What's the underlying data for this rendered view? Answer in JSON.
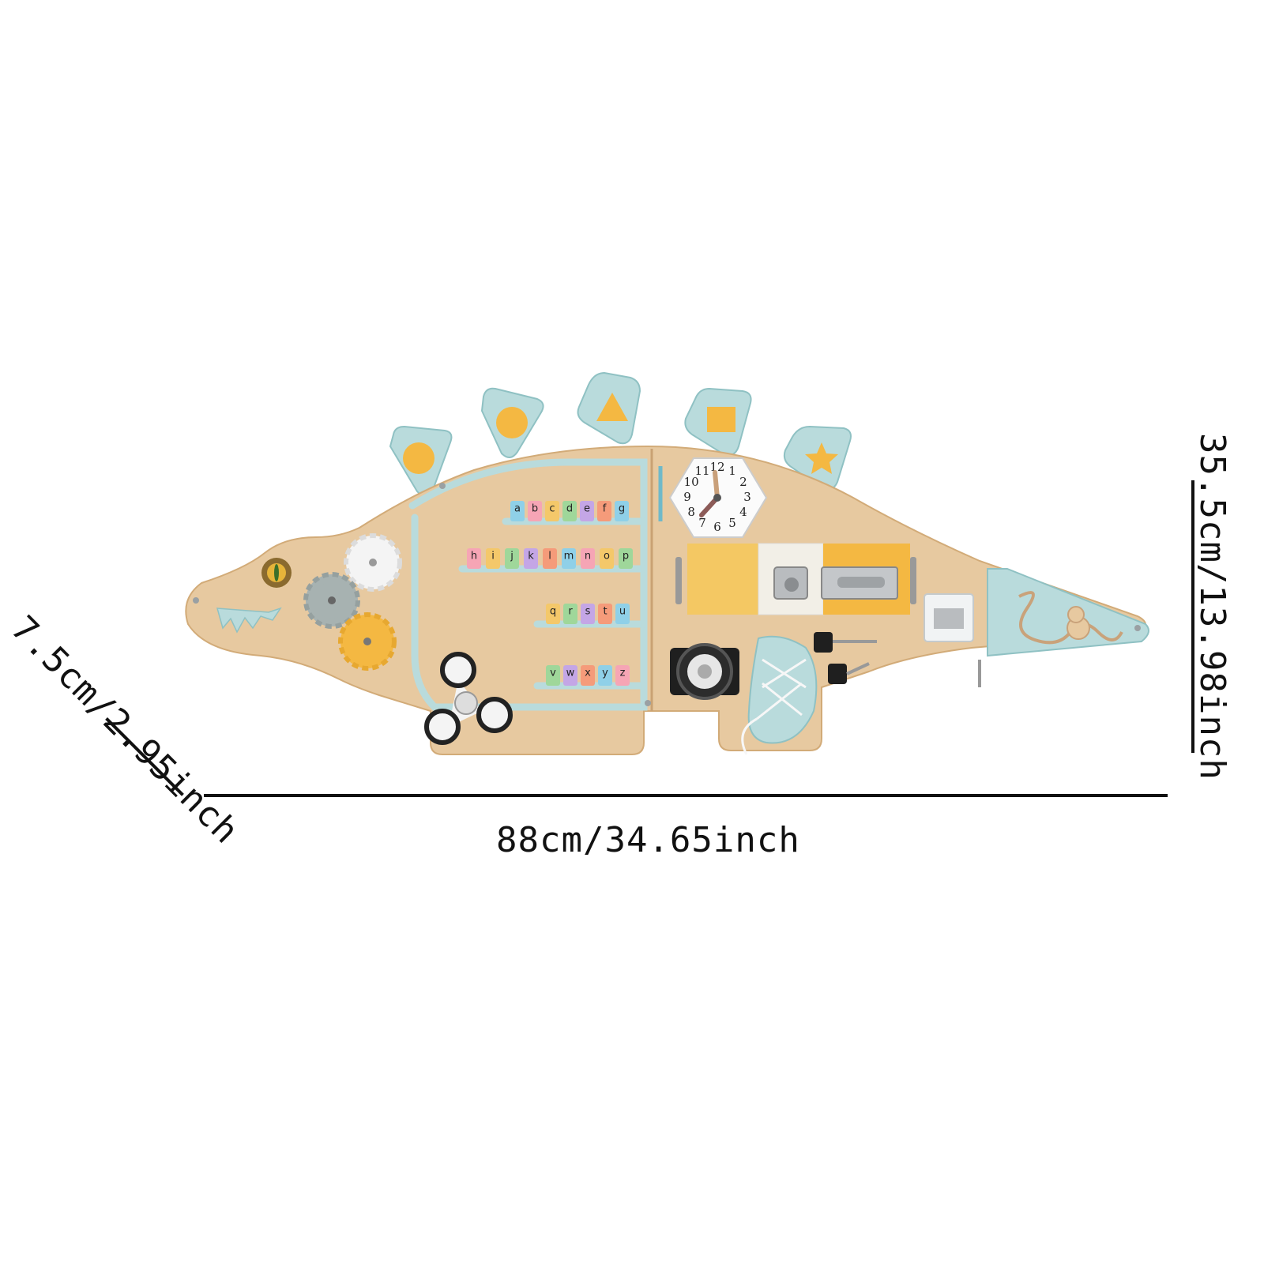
{
  "product": {
    "name": "dinosaur-busy-board",
    "dimensions": {
      "width_label": "88cm/34.65inch",
      "height_label": "35.5cm/13.98inch",
      "depth_label": "7.5cm/2.95inch"
    },
    "clock": {
      "numbers": [
        "12",
        "1",
        "2",
        "3",
        "4",
        "5",
        "6",
        "7",
        "8",
        "9",
        "10",
        "11"
      ]
    },
    "alphabet_rows": [
      [
        "a",
        "b",
        "c",
        "d",
        "e",
        "f",
        "g"
      ],
      [
        "h",
        "i",
        "j",
        "k",
        "l",
        "m",
        "n",
        "o",
        "p"
      ],
      [
        "q",
        "r",
        "s",
        "t",
        "u"
      ],
      [
        "v",
        "w",
        "x",
        "y",
        "z"
      ]
    ],
    "colors": {
      "wood": "#e7c9a0",
      "wood_edge": "#d2ab78",
      "mint": "#b9dbdc",
      "mint_dark": "#8fc1c3",
      "yellow": "#f4b842",
      "gear_gray": "#a7b2b1",
      "metal": "#b9bcbf",
      "dark": "#2b2b2b"
    }
  }
}
